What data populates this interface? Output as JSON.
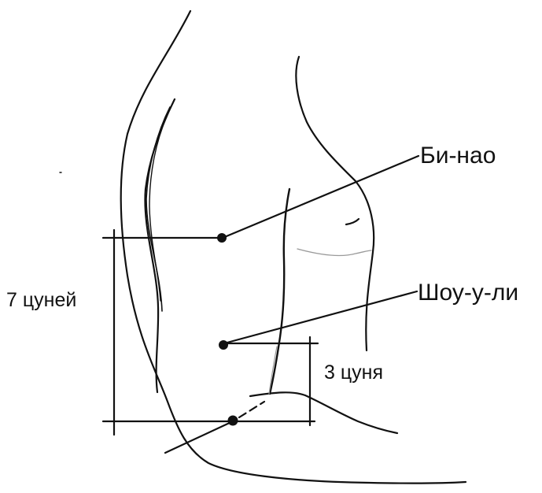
{
  "diagram": {
    "points": {
      "binao": "Би-нао",
      "shouuli": "Шоу-у-ли"
    },
    "measurements": {
      "seven": "7 цуней",
      "three": "3 цуня"
    }
  },
  "colors": {
    "ink": "#111111",
    "faint": "#9a9a9a"
  }
}
